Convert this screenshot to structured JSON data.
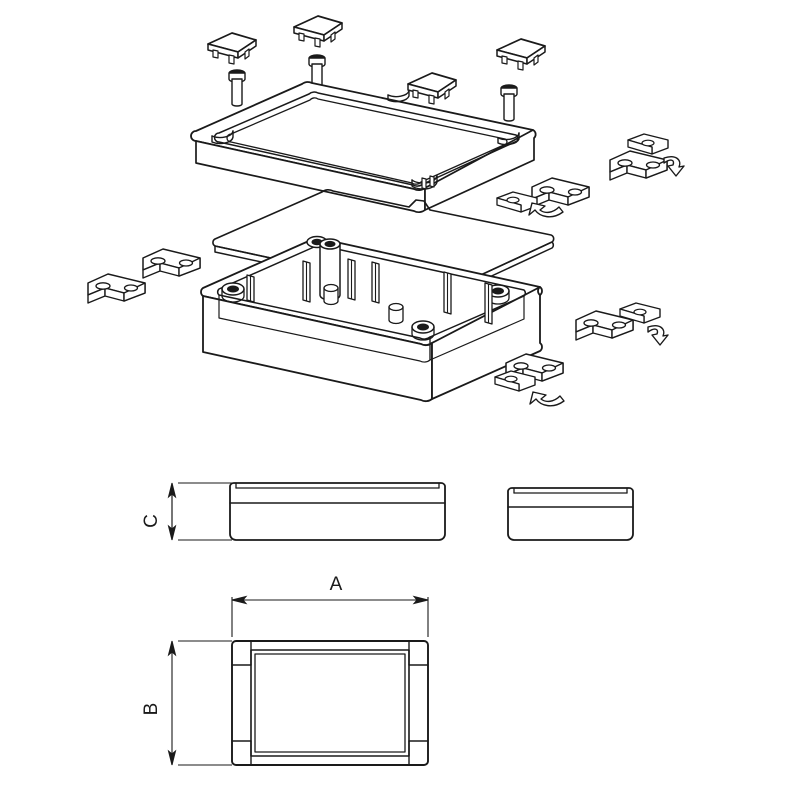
{
  "drawing": {
    "title": "Waterproof Enclosure Exploded Assembly and Dimensioned Views",
    "background_color": "#ffffff",
    "line_color": "#1a1a1a",
    "style": "monochrome line art / technical illustration"
  },
  "dimensions": {
    "a": {
      "label": "A",
      "meaning": "overall length (top view, horizontal)"
    },
    "b": {
      "label": "B",
      "meaning": "overall width (top view, vertical)"
    },
    "c": {
      "label": "C",
      "meaning": "overall height (side view, vertical)"
    }
  },
  "views": {
    "exploded": {
      "name": "exploded-isometric-assembly"
    },
    "side": {
      "name": "side-elevation-view"
    },
    "end": {
      "name": "end-elevation-view"
    },
    "top": {
      "name": "top-plan-view"
    }
  },
  "parts": {
    "lid": "enclosure-lid",
    "base": "enclosure-base",
    "gasket": "gasket-seal-ring",
    "screw_caps": [
      "screw-cap-plug",
      "screw-cap-plug",
      "screw-cap-plug",
      "screw-cap-plug"
    ],
    "screws": [
      "screw",
      "screw",
      "screw",
      "screw"
    ],
    "mount_brackets": [
      "mounting-bracket",
      "mounting-bracket",
      "mounting-bracket",
      "mounting-bracket",
      "mounting-bracket",
      "mounting-bracket",
      "mounting-bracket",
      "mounting-bracket"
    ],
    "assembly_arrows": [
      "assembly-arrow",
      "assembly-arrow",
      "assembly-arrow",
      "assembly-arrow"
    ]
  }
}
